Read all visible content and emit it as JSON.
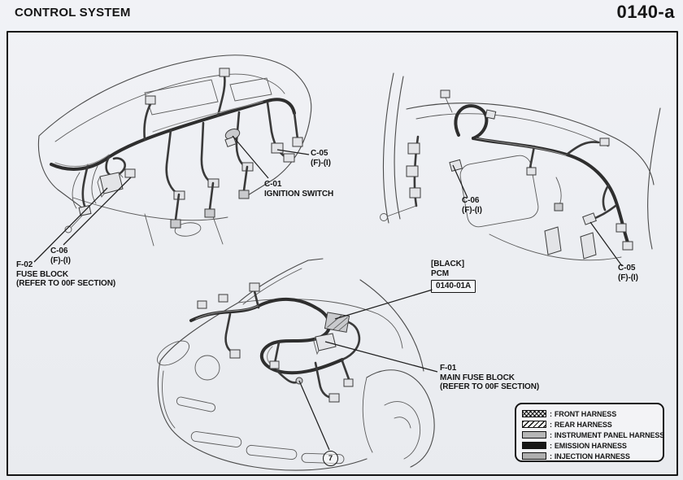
{
  "header": {
    "title": "CONTROL SYSTEM",
    "page_code": "0140-a"
  },
  "colors": {
    "paper": "#eef0f4",
    "ink": "#161616",
    "harness_line": "#2e2e2e"
  },
  "callouts": {
    "dash_c05": {
      "code": "C-05",
      "suffix": "(F)-(I)"
    },
    "dash_c01": {
      "code": "C-01",
      "name": "IGNITION SWITCH"
    },
    "dash_c06": {
      "code": "C-06",
      "suffix": "(F)-(I)"
    },
    "dash_f02": {
      "code": "F-02",
      "name": "FUSE BLOCK",
      "note": "(REFER TO 00F SECTION)"
    },
    "cowl_c06": {
      "code": "C-06",
      "suffix": "(F)-(I)"
    },
    "cowl_c05": {
      "code": "C-05",
      "suffix": "(F)-(I)"
    },
    "pcm": {
      "color_tag": "[BLACK]",
      "name": "PCM",
      "ref_code": "0140-01A"
    },
    "front_f01": {
      "code": "F-01",
      "name": "MAIN FUSE BLOCK",
      "note": "(REFER TO 00F SECTION)"
    },
    "marker_7": {
      "number": "7"
    }
  },
  "legend": {
    "separator": ":",
    "items": [
      {
        "pattern": "crosshatch",
        "label": "FRONT HARNESS"
      },
      {
        "pattern": "diagonal-hatch",
        "label": "REAR HARNESS"
      },
      {
        "pattern": "solid-light-gray",
        "label": "INSTRUMENT PANEL HARNESS"
      },
      {
        "pattern": "solid-black",
        "label": "EMISSION HARNESS"
      },
      {
        "pattern": "solid-gray",
        "label": "INJECTION HARNESS"
      }
    ]
  }
}
